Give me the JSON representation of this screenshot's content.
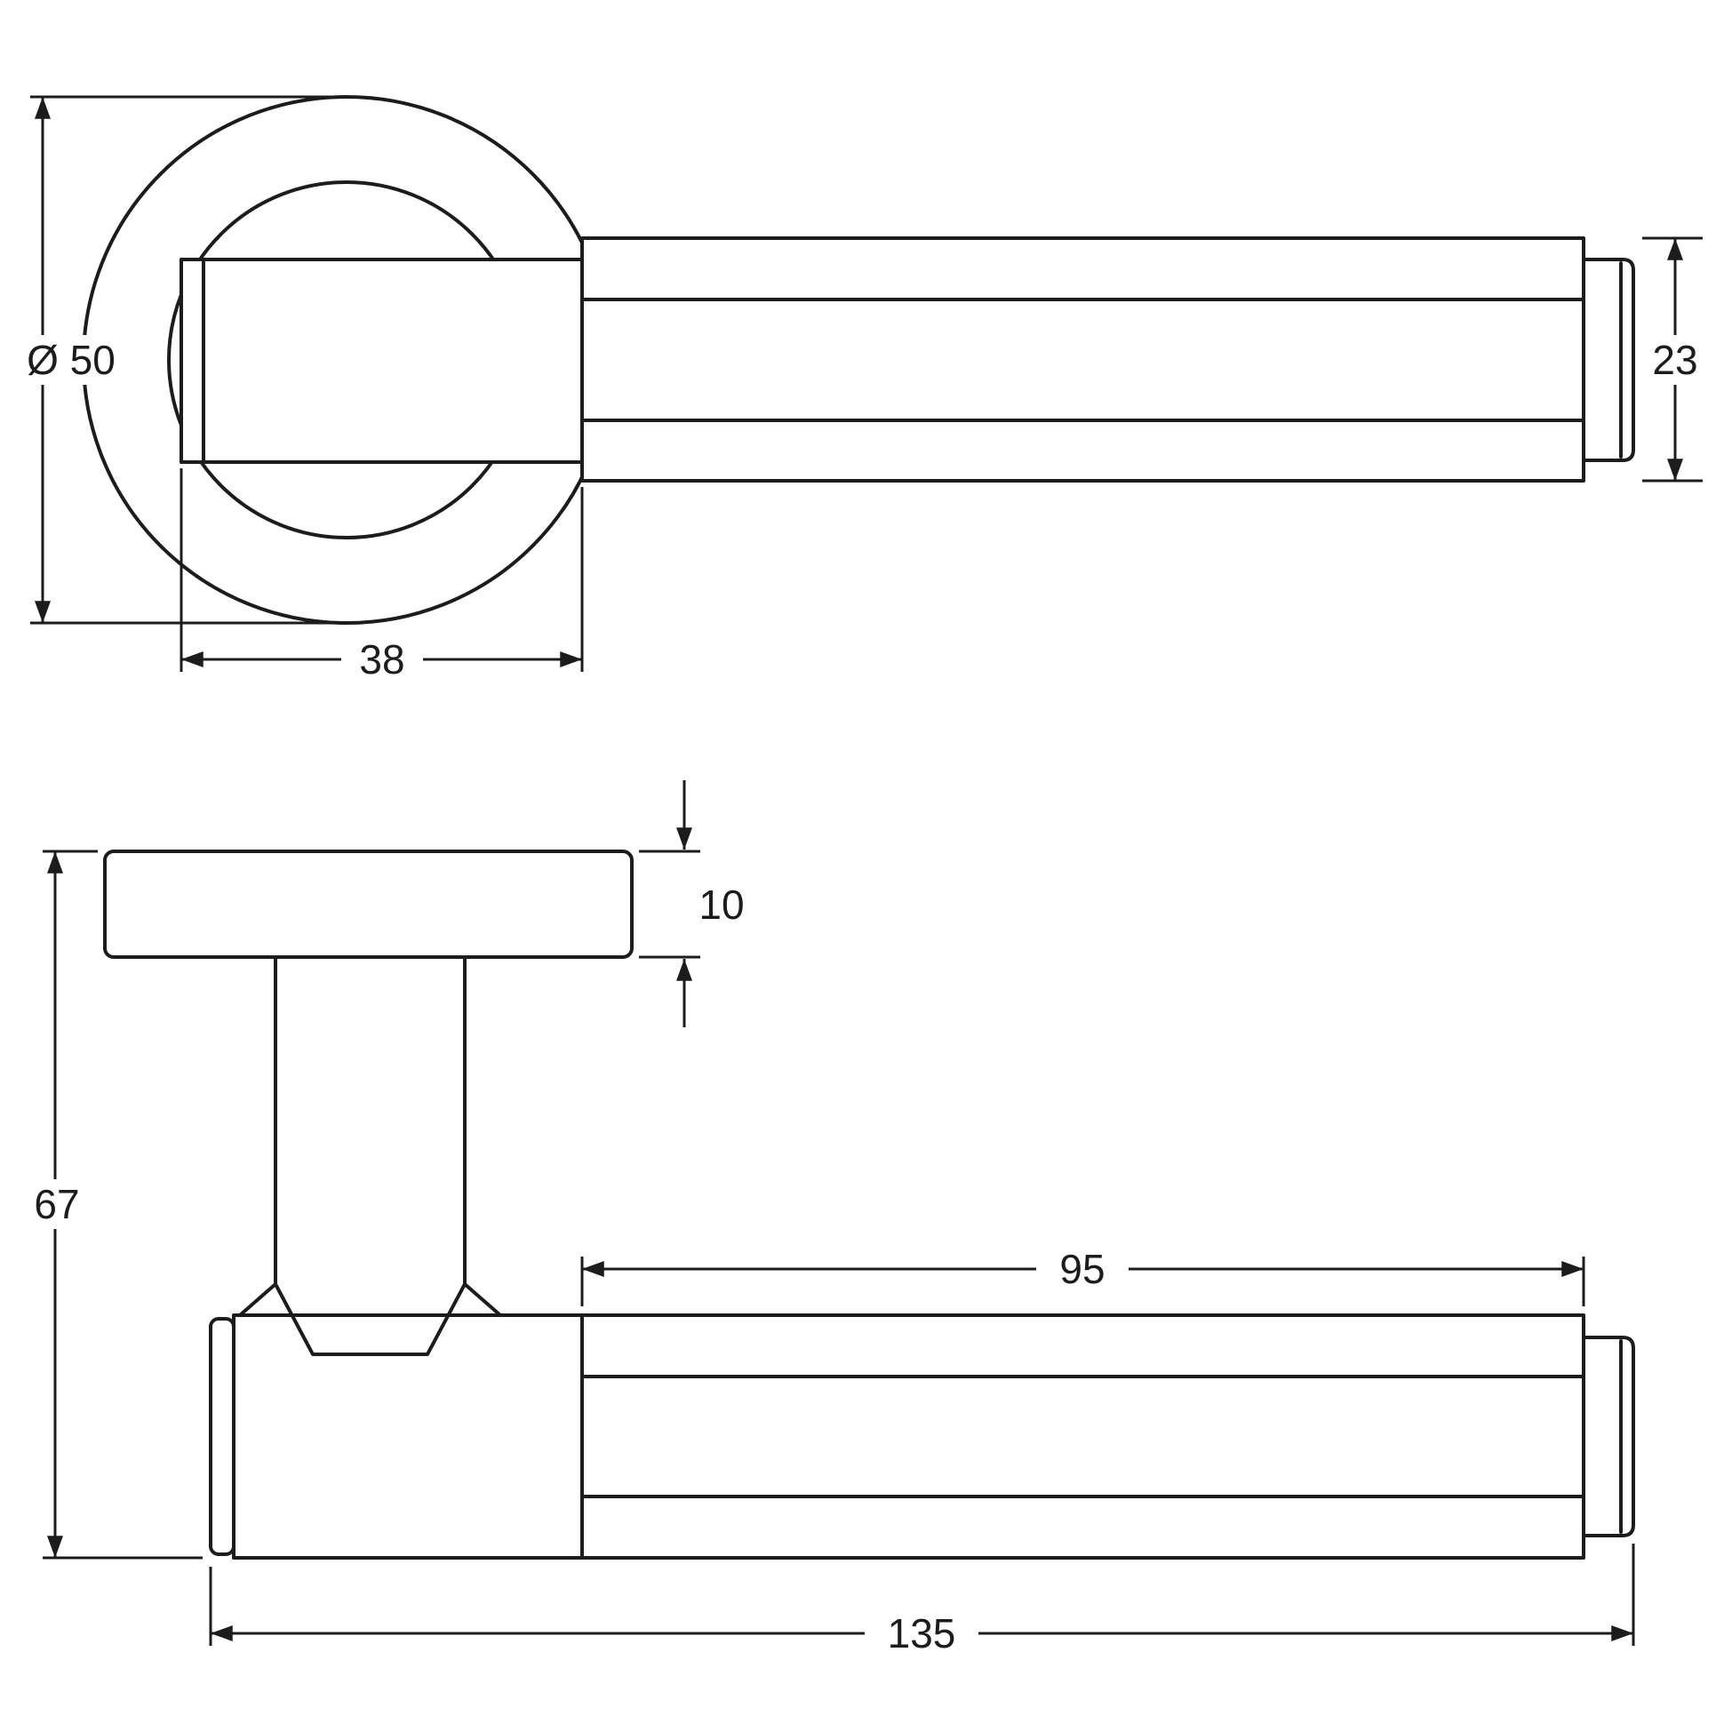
{
  "drawing": {
    "dims": {
      "rose_diameter": "Ø 50",
      "rose_width": "38",
      "lever_diameter": "23",
      "rose_thickness": "10",
      "projection": "67",
      "grip_length": "95",
      "overall_length": "135"
    }
  }
}
